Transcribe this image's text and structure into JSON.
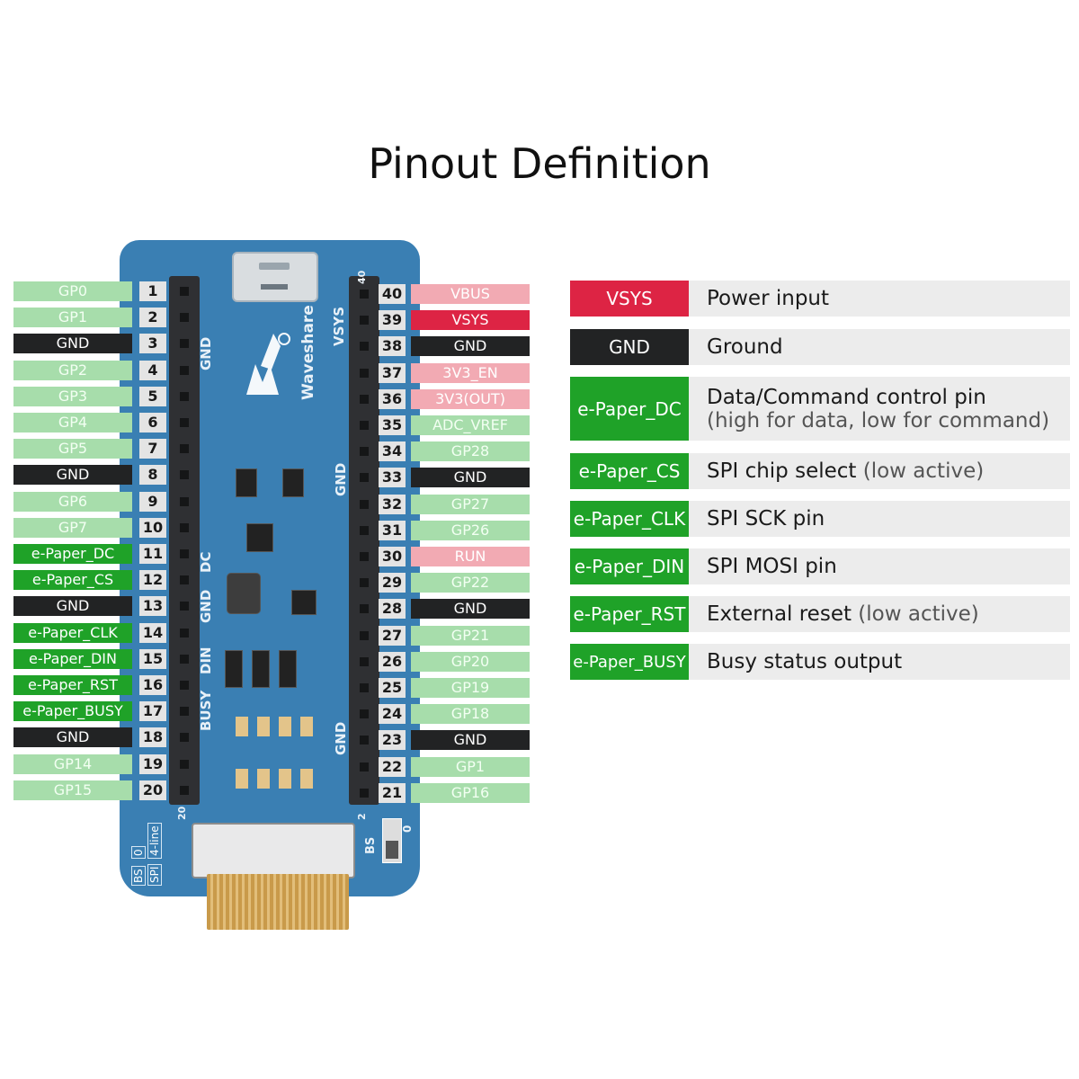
{
  "title": "Pinout Definition",
  "board": {
    "brand": "Waveshare",
    "silk_left": [
      "GND",
      "DC",
      "GND",
      "DIN",
      "BUSY"
    ],
    "silk_right": [
      "VSYS",
      "GND",
      "GND"
    ],
    "bottom_left": [
      "BS",
      "SPI",
      "0",
      "4-line"
    ],
    "bottom_right": [
      "BS"
    ],
    "corner_numbers": {
      "top_right": "40",
      "bottom_left": "20",
      "bottom_right": "2",
      "switch_on": "0"
    }
  },
  "pins_left": [
    {
      "num": "1",
      "label": "GP0",
      "type": "gp"
    },
    {
      "num": "2",
      "label": "GP1",
      "type": "gp"
    },
    {
      "num": "3",
      "label": "GND",
      "type": "gnd"
    },
    {
      "num": "4",
      "label": "GP2",
      "type": "gp"
    },
    {
      "num": "5",
      "label": "GP3",
      "type": "gp"
    },
    {
      "num": "6",
      "label": "GP4",
      "type": "gp"
    },
    {
      "num": "7",
      "label": "GP5",
      "type": "gp"
    },
    {
      "num": "8",
      "label": "GND",
      "type": "gnd"
    },
    {
      "num": "9",
      "label": "GP6",
      "type": "gp"
    },
    {
      "num": "10",
      "label": "GP7",
      "type": "gp"
    },
    {
      "num": "11",
      "label": "e-Paper_DC",
      "type": "epd"
    },
    {
      "num": "12",
      "label": "e-Paper_CS",
      "type": "epd"
    },
    {
      "num": "13",
      "label": "GND",
      "type": "gnd"
    },
    {
      "num": "14",
      "label": "e-Paper_CLK",
      "type": "epd"
    },
    {
      "num": "15",
      "label": "e-Paper_DIN",
      "type": "epd"
    },
    {
      "num": "16",
      "label": "e-Paper_RST",
      "type": "epd"
    },
    {
      "num": "17",
      "label": "e-Paper_BUSY",
      "type": "epd"
    },
    {
      "num": "18",
      "label": "GND",
      "type": "gnd"
    },
    {
      "num": "19",
      "label": "GP14",
      "type": "gp"
    },
    {
      "num": "20",
      "label": "GP15",
      "type": "gp"
    }
  ],
  "pins_right": [
    {
      "num": "40",
      "label": "VBUS",
      "type": "pow"
    },
    {
      "num": "39",
      "label": "VSYS",
      "type": "vsys"
    },
    {
      "num": "38",
      "label": "GND",
      "type": "gnd"
    },
    {
      "num": "37",
      "label": "3V3_EN",
      "type": "pow"
    },
    {
      "num": "36",
      "label": "3V3(OUT)",
      "type": "pow"
    },
    {
      "num": "35",
      "label": "ADC_VREF",
      "type": "gp"
    },
    {
      "num": "34",
      "label": "GP28",
      "type": "gp"
    },
    {
      "num": "33",
      "label": "GND",
      "type": "gnd"
    },
    {
      "num": "32",
      "label": "GP27",
      "type": "gp"
    },
    {
      "num": "31",
      "label": "GP26",
      "type": "gp"
    },
    {
      "num": "30",
      "label": "RUN",
      "type": "pow"
    },
    {
      "num": "29",
      "label": "GP22",
      "type": "gp"
    },
    {
      "num": "28",
      "label": "GND",
      "type": "gnd"
    },
    {
      "num": "27",
      "label": "GP21",
      "type": "gp"
    },
    {
      "num": "26",
      "label": "GP20",
      "type": "gp"
    },
    {
      "num": "25",
      "label": "GP19",
      "type": "gp"
    },
    {
      "num": "24",
      "label": "GP18",
      "type": "gp"
    },
    {
      "num": "23",
      "label": "GND",
      "type": "gnd"
    },
    {
      "num": "22",
      "label": "GP1",
      "type": "gp"
    },
    {
      "num": "21",
      "label": "GP16",
      "type": "gp"
    }
  ],
  "legend": [
    {
      "tag": "VSYS",
      "type": "vsys",
      "desc": "Power input",
      "note": "",
      "sub": ""
    },
    {
      "tag": "GND",
      "type": "gnd",
      "desc": "Ground",
      "note": "",
      "sub": ""
    },
    {
      "tag": "e-Paper_DC",
      "type": "epd",
      "desc": "Data/Command control pin",
      "note": "",
      "sub": "(high for data, low for command)"
    },
    {
      "tag": "e-Paper_CS",
      "type": "epd",
      "desc": "SPI chip select",
      "note": " (low active)",
      "sub": ""
    },
    {
      "tag": "e-Paper_CLK",
      "type": "epd",
      "desc": "SPI  SCK pin",
      "note": "",
      "sub": ""
    },
    {
      "tag": "e-Paper_DIN",
      "type": "epd",
      "desc": "SPI MOSI pin",
      "note": "",
      "sub": ""
    },
    {
      "tag": "e-Paper_RST",
      "type": "epd",
      "desc": "External reset",
      "note": " (low active)",
      "sub": ""
    },
    {
      "tag": "e-Paper_BUSY",
      "type": "epd",
      "desc": "Busy status output",
      "note": "",
      "sub": ""
    }
  ]
}
